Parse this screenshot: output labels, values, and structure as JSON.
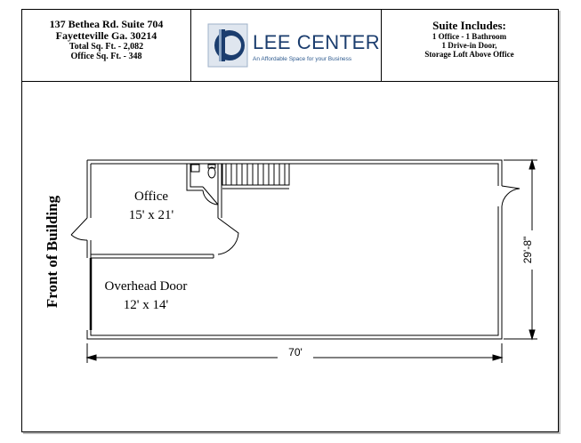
{
  "header": {
    "address_line1": "137 Bethea Rd. Suite 704",
    "address_line2": "Fayetteville Ga. 30214",
    "total_sqft": "Total Sq. Ft. - 2,082",
    "office_sqft": "Office Sq. Ft. - 348",
    "logo_name": "LEE CENTER",
    "logo_tagline": "An Affordable Space for your Business",
    "includes_title": "Suite Includes:",
    "includes_line1": "1 Office - 1 Bathroom",
    "includes_line2": "1 Drive-in Door,",
    "includes_line3": "Storage Loft Above Office"
  },
  "plan": {
    "office_name": "Office",
    "office_size": "15' x 21'",
    "door_name": "Overhead Door",
    "door_size": "12' x 14'",
    "front_label": "Front of Building",
    "width_dim": "70'",
    "depth_dim": "29'-8\""
  },
  "colors": {
    "logo_blue": "#1b3d6e",
    "line": "#000000"
  }
}
